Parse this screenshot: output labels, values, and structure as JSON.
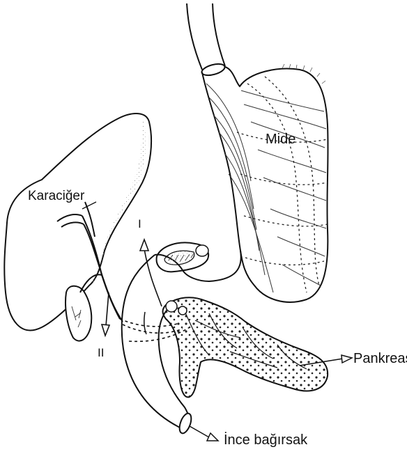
{
  "labels": {
    "stomach": "Mide",
    "liver": "Karaciğer",
    "pancreas": "Pankreas",
    "small_intestine": "İnce bağırsak",
    "pathway_one": "I",
    "pathway_two": "II"
  }
}
